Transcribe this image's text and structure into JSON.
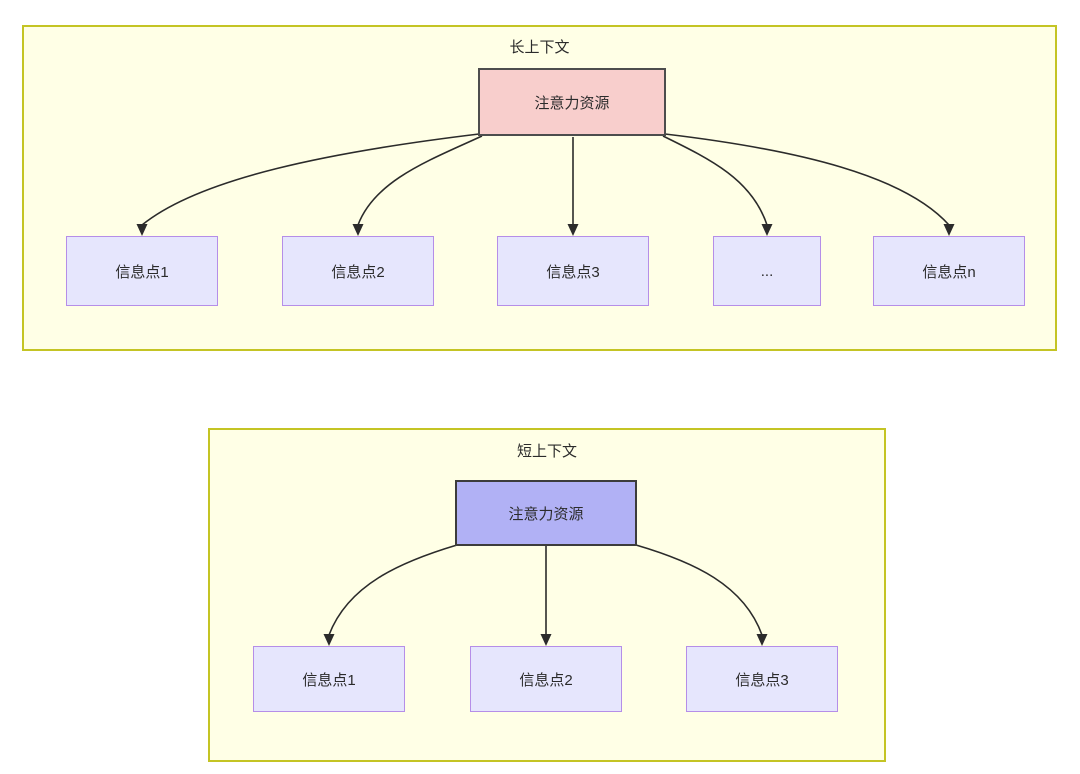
{
  "diagram": {
    "type": "tree-comparison",
    "background_color": "#ffffff",
    "panel_fill": "#ffffe6",
    "panel_border": "#c4c424",
    "edge_color": "#2b2b2b",
    "panels": [
      {
        "id": "long-context",
        "title": "长上下文",
        "root": {
          "label": "注意力资源",
          "fill": "#f8cecc",
          "border": "#4d4d4d"
        },
        "children": [
          {
            "label": "信息点1",
            "fill": "#e6e6fd",
            "border": "#b58ee8"
          },
          {
            "label": "信息点2",
            "fill": "#e6e6fd",
            "border": "#b58ee8"
          },
          {
            "label": "信息点3",
            "fill": "#e6e6fd",
            "border": "#b58ee8"
          },
          {
            "label": "...",
            "fill": "#e6e6fd",
            "border": "#b58ee8"
          },
          {
            "label": "信息点n",
            "fill": "#e6e6fd",
            "border": "#b58ee8"
          }
        ]
      },
      {
        "id": "short-context",
        "title": "短上下文",
        "root": {
          "label": "注意力资源",
          "fill": "#b1b1f5",
          "border": "#3c3c3c"
        },
        "children": [
          {
            "label": "信息点1",
            "fill": "#e6e6fd",
            "border": "#b58ee8"
          },
          {
            "label": "信息点2",
            "fill": "#e6e6fd",
            "border": "#b58ee8"
          },
          {
            "label": "信息点3",
            "fill": "#e6e6fd",
            "border": "#b58ee8"
          }
        ]
      }
    ]
  }
}
